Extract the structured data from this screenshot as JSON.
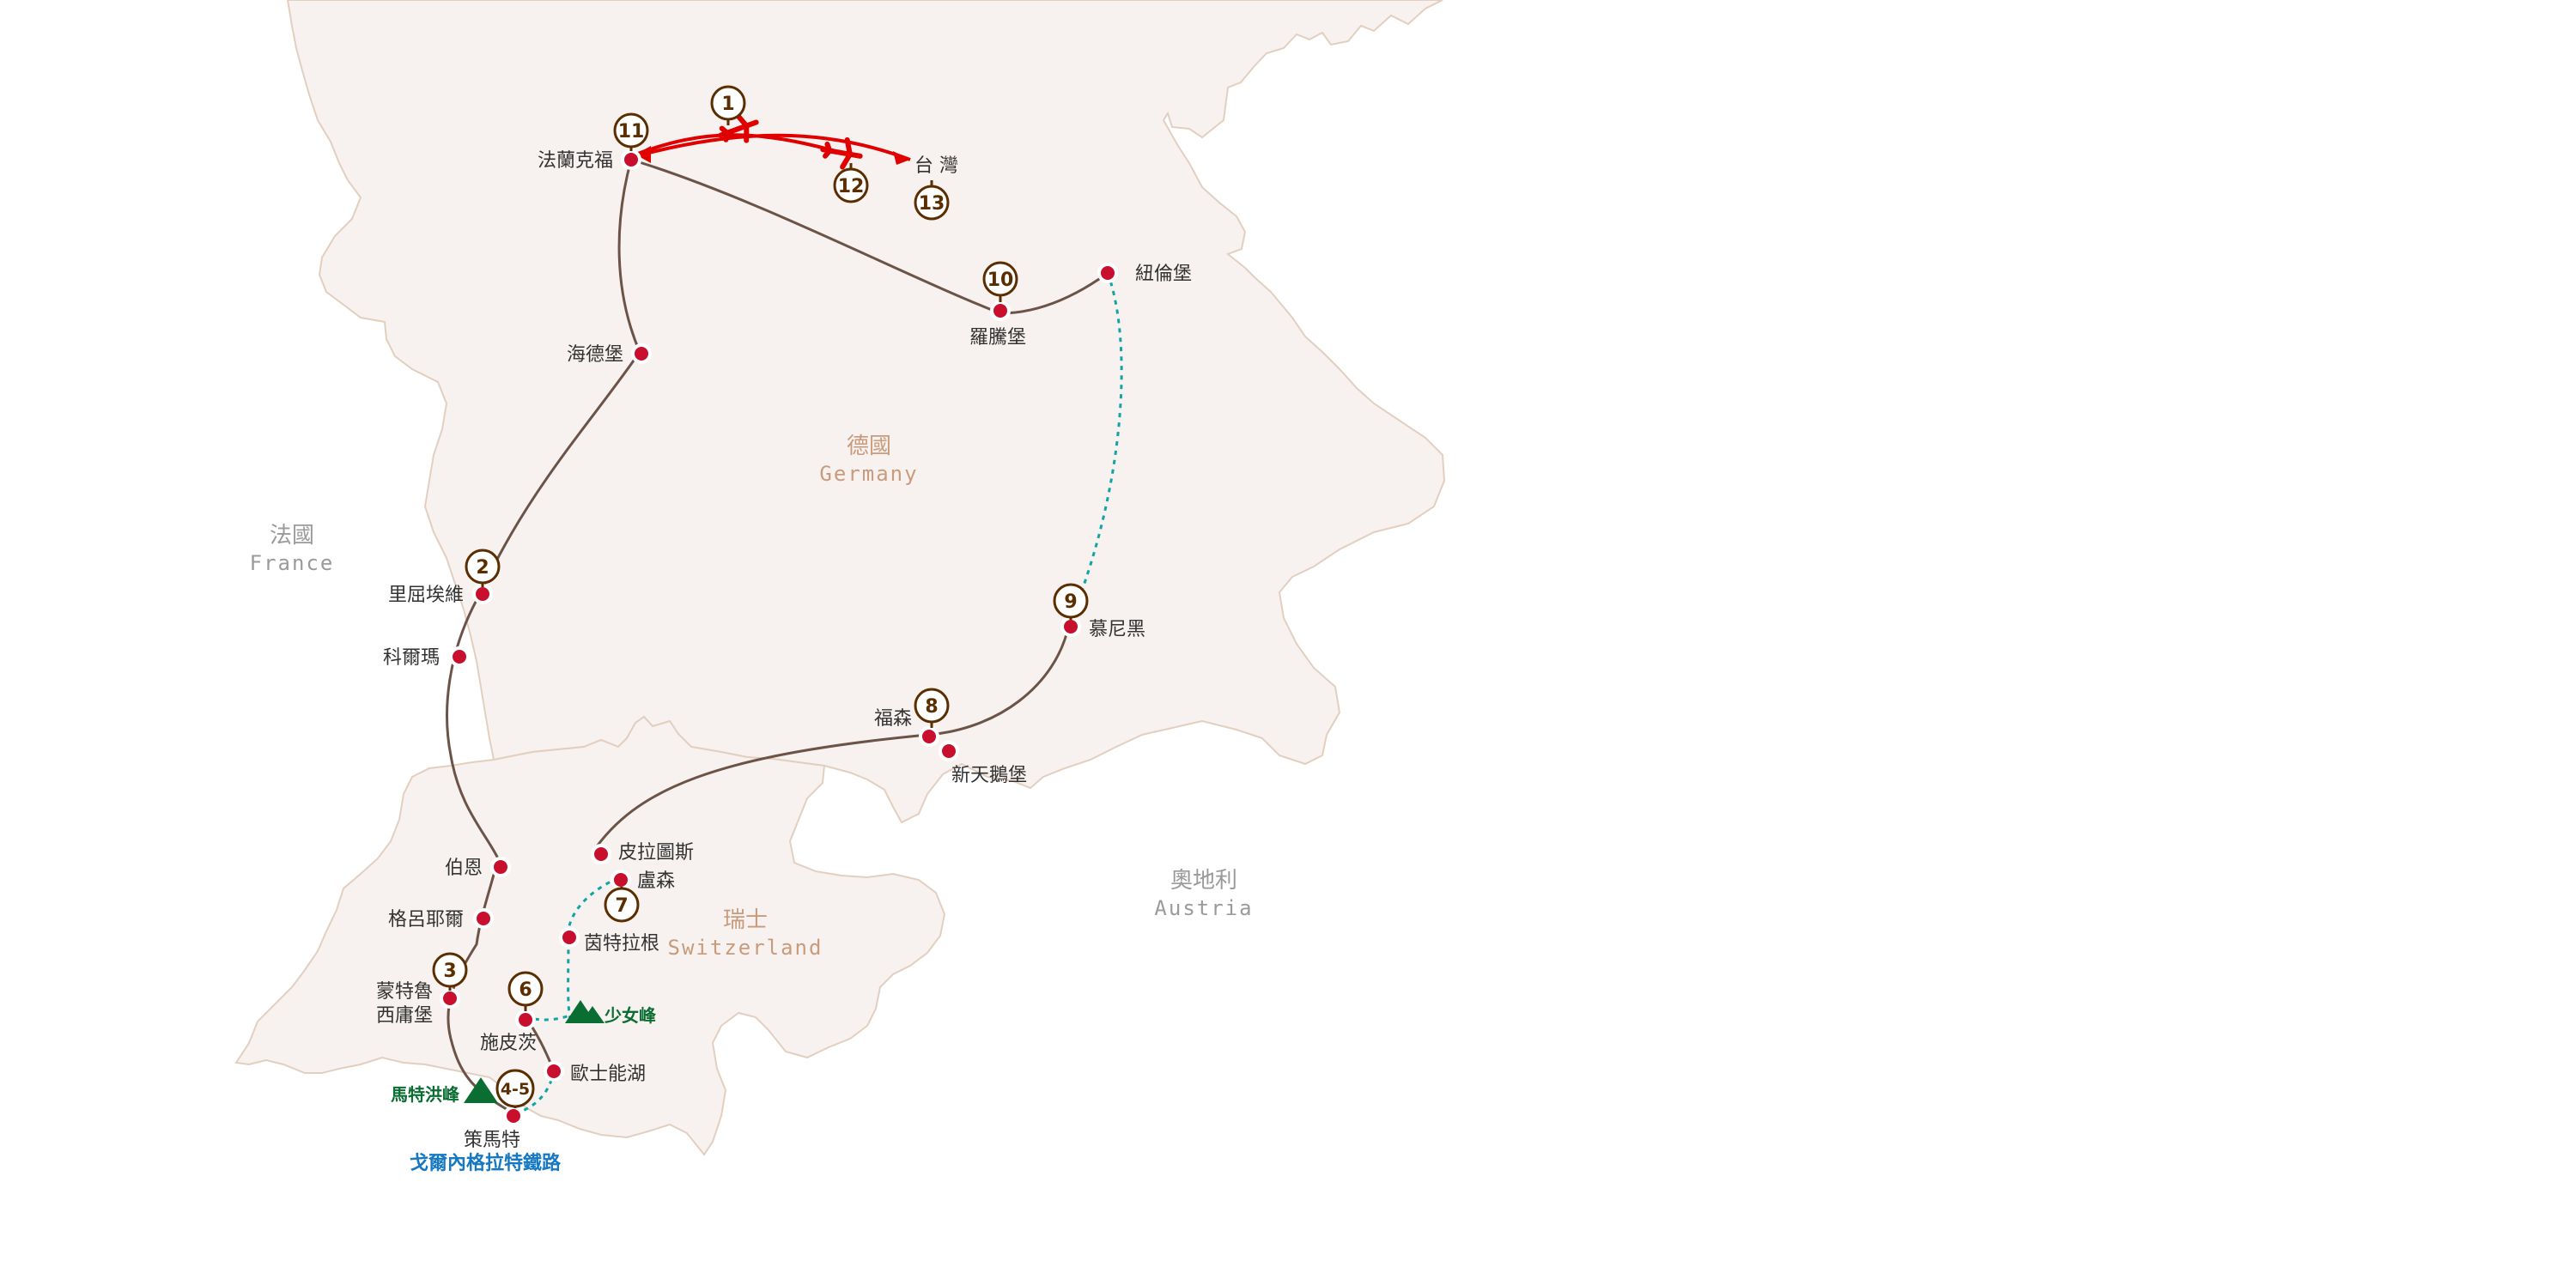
{
  "colors": {
    "land": "#f7f2ef",
    "border": "#e3cfbf",
    "route": "#6b5347",
    "train": "#12a3a3",
    "flight": "#e00000",
    "city": "#c8102e",
    "step_ring": "#5a2e00",
    "peak": "#0a6e32",
    "rail": "#1578c2",
    "country_local": "#c99b7d",
    "country_foreign": "#9a9a9a"
  },
  "countries": {
    "germany": {
      "zh": "德國",
      "en": "Germany"
    },
    "switzerland": {
      "zh": "瑞士",
      "en": "Switzerland"
    },
    "france": {
      "zh": "法國",
      "en": "France"
    },
    "austria": {
      "zh": "奧地利",
      "en": "Austria"
    }
  },
  "cities": {
    "frankfurt": "法蘭克福",
    "taiwan": "台 灣",
    "rothenburg": "羅騰堡",
    "nuremberg": "紐倫堡",
    "heidelberg": "海德堡",
    "riquewihr": "里屈埃維",
    "colmar": "科爾瑪",
    "munich": "慕尼黑",
    "fussen": "福森",
    "neuschwanstein": "新天鵝堡",
    "bern": "伯恩",
    "gruyeres": "格呂耶爾",
    "montreux_line1": "蒙特魯",
    "montreux_line2": "西庸堡",
    "pilatus": "皮拉圖斯",
    "lucerne": "盧森",
    "interlaken": "茵特拉根",
    "spiez": "施皮茨",
    "oeschinensee": "歐士能湖",
    "zermatt": "策馬特"
  },
  "peaks": {
    "matterhorn": "馬特洪峰",
    "jungfrau": "少女峰"
  },
  "railway": "戈爾內格拉特鐵路",
  "steps": {
    "s1": "1",
    "s2": "2",
    "s3": "3",
    "s45": "4-5",
    "s6": "6",
    "s7": "7",
    "s8": "8",
    "s9": "9",
    "s10": "10",
    "s11": "11",
    "s12": "12",
    "s13": "13"
  }
}
